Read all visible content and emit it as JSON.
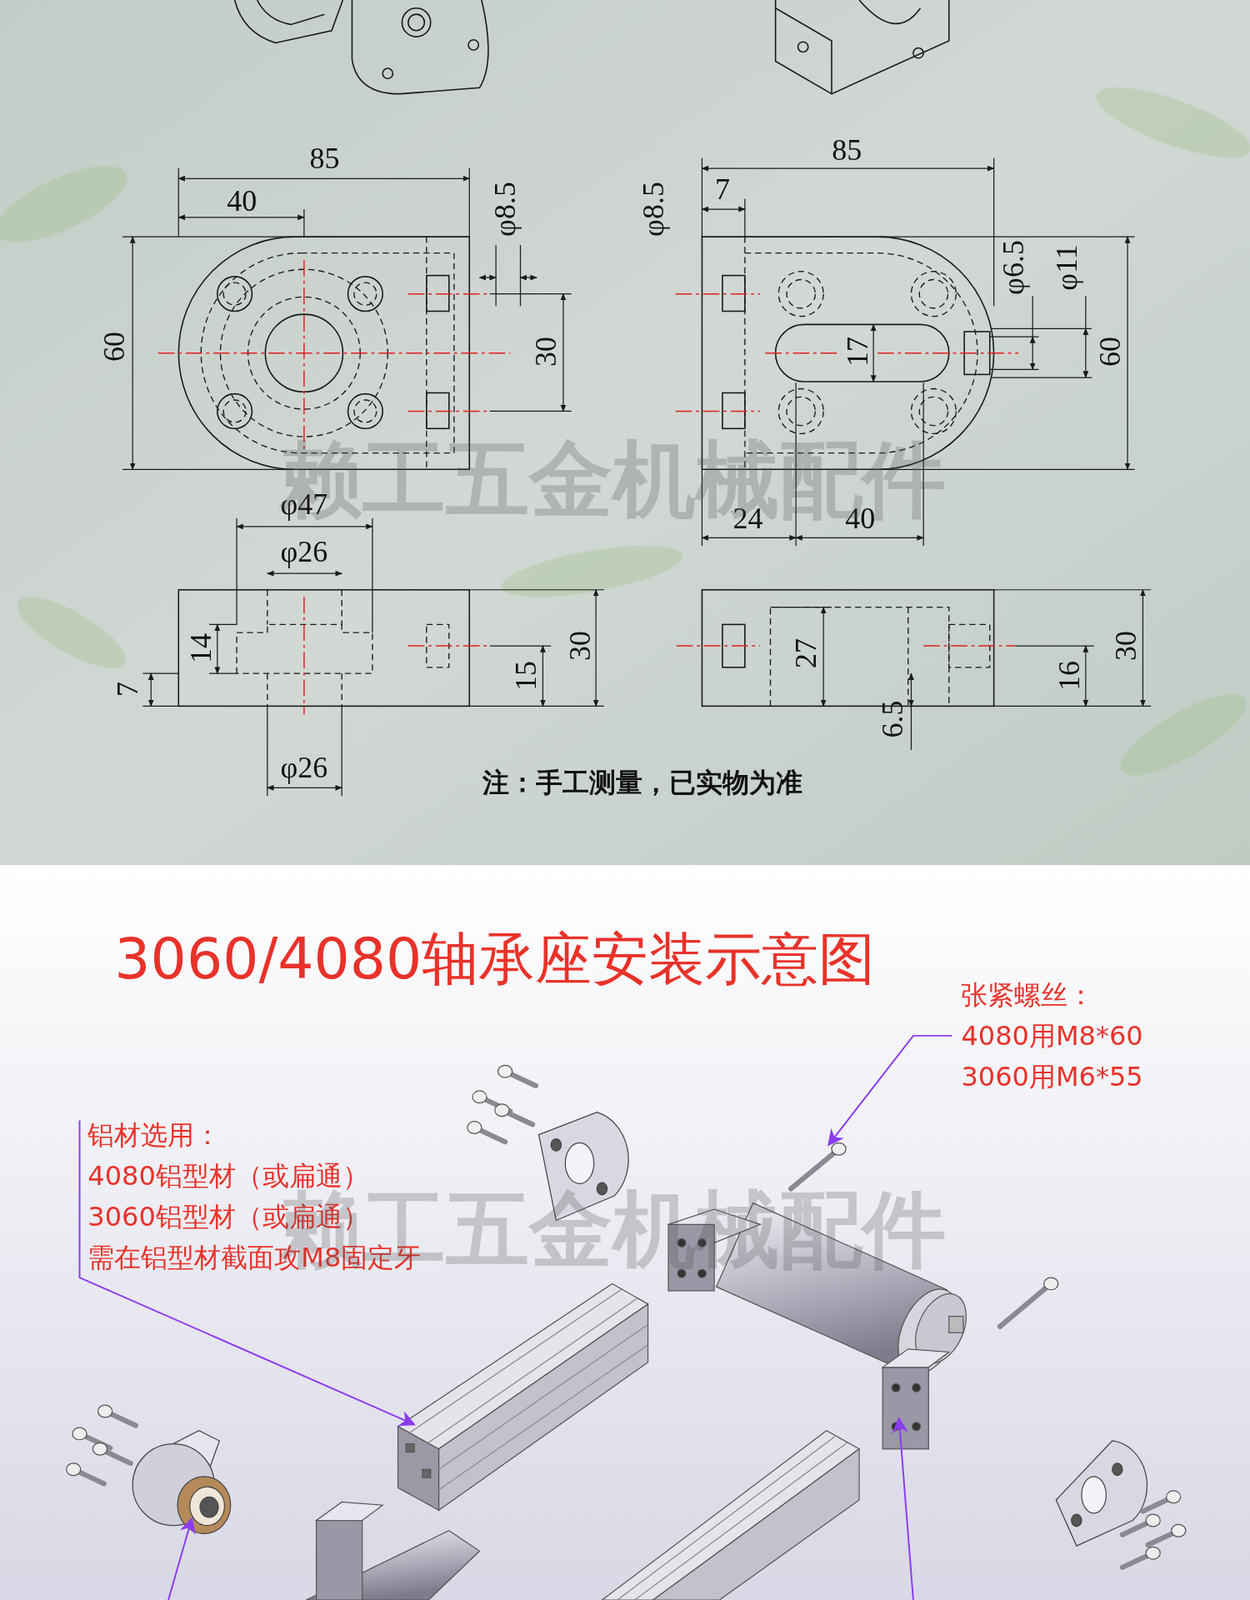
{
  "diagram": {
    "title": "3060/4080轴承座安装示意图",
    "labels": [
      "85",
      "40",
      "φ8.5",
      "85",
      "7",
      "φ8.5",
      "φ6.5",
      "φ11",
      "60",
      "30",
      "17",
      "60",
      "24",
      "40",
      "φ47",
      "φ26",
      "14",
      "30",
      "15",
      "7",
      "27",
      "30",
      "16",
      "6.5",
      "φ26",
      "注：手工测量，已实物为准",
      "赖工五金机械配件",
      "张紧螺丝：",
      "4080用M8*60",
      "3060用M6*55",
      "铝材选用：",
      "4080铝型材（或扁通）",
      "3060铝型材（或扁通）",
      "需在铝型材截面攻M8固定牙",
      "赖工五金机械配件"
    ]
  }
}
